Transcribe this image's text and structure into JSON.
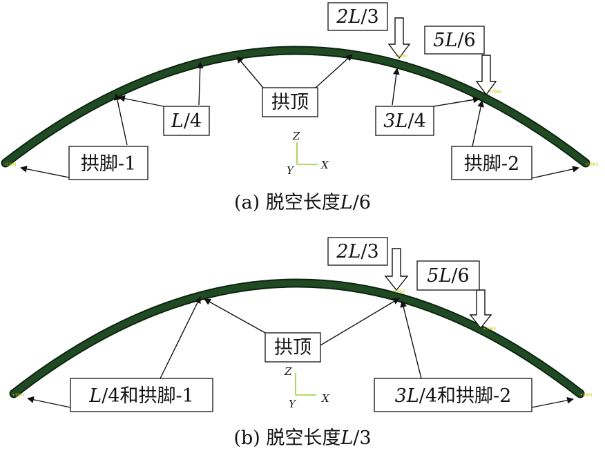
{
  "colors": {
    "beam": "#1f4a23",
    "beam_edge": "#0c2410",
    "axis_z": "#9acd32",
    "axis_x": "#9acd32",
    "text": "#111111",
    "node_label": "#c8c800"
  },
  "panel_a": {
    "caption_prefix": "(a) 脱空长度",
    "caption_var": "L",
    "caption_suffix": "/6",
    "label_2L3_var": "2L",
    "label_2L3_suffix": "/3",
    "label_5L6_var": "5L",
    "label_5L6_suffix": "/6",
    "label_crown": "拱顶",
    "label_L4_var": "L",
    "label_L4_suffix": "/4",
    "label_3L4_var": "3L",
    "label_3L4_suffix": "/4",
    "label_foot1": "拱脚-1",
    "label_foot2": "拱脚-2"
  },
  "panel_b": {
    "caption_prefix": "(b) 脱空长度",
    "caption_var": "L",
    "caption_suffix": "/3",
    "label_2L3_var": "2L",
    "label_2L3_suffix": "/3",
    "label_5L6_var": "5L",
    "label_5L6_suffix": "/6",
    "label_crown": "拱顶",
    "label_L4foot1_var": "L",
    "label_L4foot1_suffix": "/4和拱脚-1",
    "label_3L4foot2_var": "3L",
    "label_3L4foot2_suffix": "/4和拱脚-2"
  },
  "axes": {
    "z": "Z",
    "y": "Y",
    "x": "X"
  }
}
